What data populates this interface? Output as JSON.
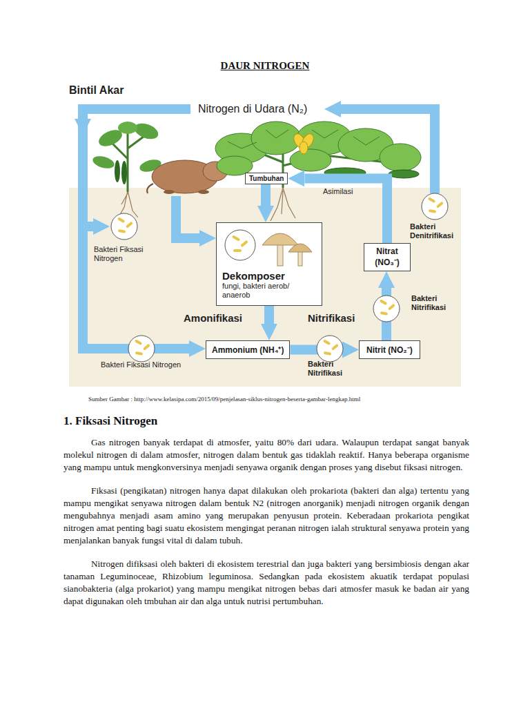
{
  "diagram": {
    "title": "DAUR NITROGEN",
    "nodes": [
      {
        "text": [
          "Tumbuhan"
        ]
      },
      {
        "text": [
          "Dekomposer",
          "fungi, bakteri aerob/ anaerob"
        ]
      },
      {
        "text": [
          "Nitrat (NO₃⁻)"
        ]
      },
      {
        "text": [
          "Ammonium (NH₄⁺)"
        ]
      },
      {
        "text": [
          "Nitrit (NO₂⁻)"
        ]
      }
    ],
    "edges": [
      {
        "from": 0,
        "to": 1,
        "arrow": "to"
      },
      {
        "from": 1,
        "to": 3,
        "arrow": "to"
      },
      {
        "from": 3,
        "to": 4,
        "arrow": "to"
      },
      {
        "from": 4,
        "to": 2,
        "arrow": "to"
      },
      {
        "from": 2,
        "to": 0,
        "arrow": "to"
      }
    ],
    "labels": [
      "Bintil Akar",
      "Nitrogen di Udara (N₂)",
      "Asimilasi",
      "Bakteri Denitrifikasi",
      "Bakteri Fiksasi Nitrogen",
      "Bakteri Nitrifikasi",
      "Amonifikasi",
      "Nitrifikasi",
      "Bakteri Fiksasi Nitrogen",
      "Bakteri Nitrifikasi",
      "Sumber Gambar : http://www.kelasipa.com/2015/09/penjelasan-siklus-nitrogen-beserta-gambar-lengkap.html",
      "1. Fiksasi Nitrogen",
      "Gas nitrogen banyak terdapat di atmosfer, yaitu 80% dari udara. Walaupun terdapat sangat banyak molekul nitrogen di dalam atmosfer, nitrogen dalam bentuk gas tidaklah reaktif. Hanya beberapa organisme yang mampu untuk mengkonversinya menjadi senyawa organik dengan proses yang disebut fiksasi nitrogen.",
      "Fiksasi (pengikatan) nitrogen hanya dapat dilakukan oleh prokariota (bakteri dan alga) tertentu yang mampu mengikat senyawa nitrogen dalam bentuk N2 (nitrogen anorganik) menjadi nitrogen organik dengan mengubahnya menjadi asam amino yang merupakan penyusun protein. Keberadaan prokariota pengikat nitrogen amat penting bagi suatu ekosistem mengingat peranan nitrogen ialah struktural senyawa protein yang menjalankan banyak fungsi vital di dalam tubuh.",
      "Nitrogen difiksasi oleh bakteri di ekosistem terestrial dan juga bakteri yang bersimbiosis dengan akar tanaman Leguminoceae, Rhizobium leguminosa. Sedangkan pada ekosistem akuatik terdapat populasi sianobakteria (alga prokariot) yang mampu mengikat nitrogen bebas dari atmosfer masuk ke badan air yang dapat digunakan oleh tmbuhan air dan alga untuk nutrisi pertumbuhan."
    ]
  }
}
